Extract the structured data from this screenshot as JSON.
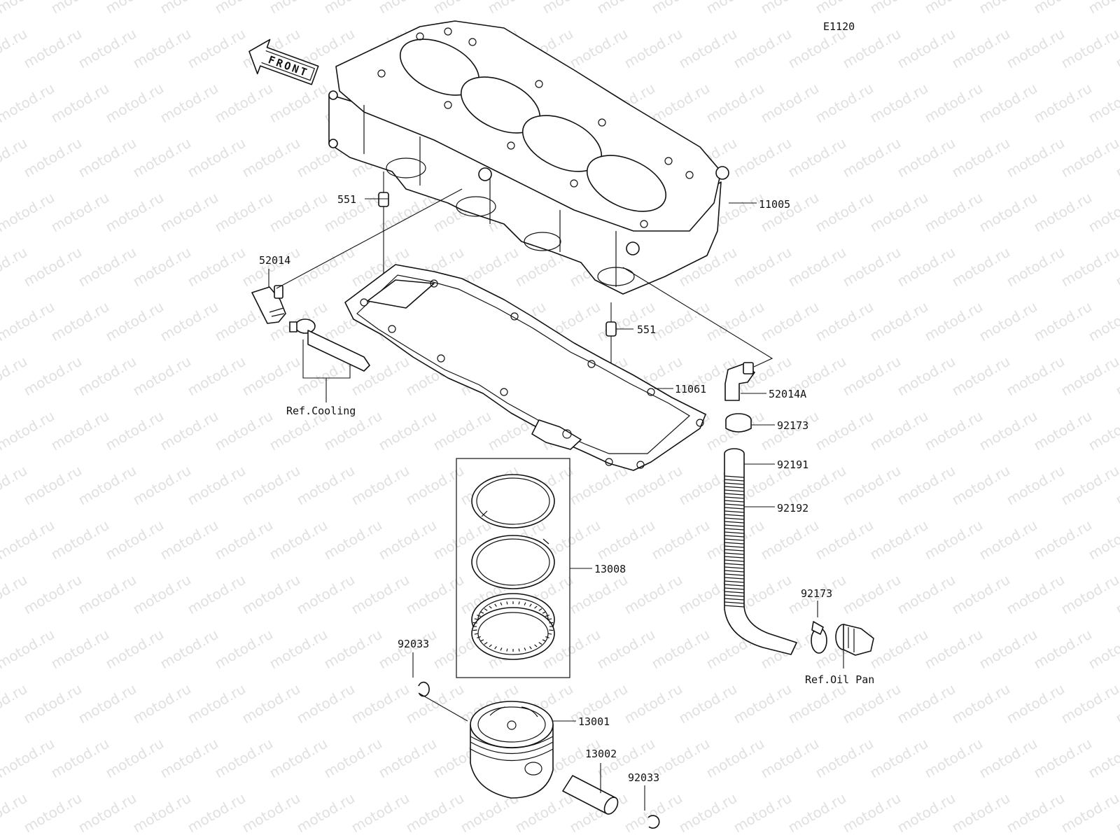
{
  "diagram_code": "E1120",
  "front_arrow_label": "FRONT",
  "watermark_text": "motod.ru",
  "callouts": {
    "cylinder_block": "11005",
    "dowel_upper": "551",
    "dowel_lower": "551",
    "fitting_left": "52014",
    "fitting_right": "52014A",
    "gasket": "11061",
    "clamp_upper": "92173",
    "clamp_lower": "92173",
    "hose_top": "92191",
    "hose_lower": "92192",
    "ring_set": "13008",
    "circlip_left": "92033",
    "circlip_right": "92033",
    "piston": "13001",
    "piston_pin": "13002"
  },
  "references": {
    "cooling": "Ref.Cooling",
    "oil_pan": "Ref.Oil Pan"
  }
}
